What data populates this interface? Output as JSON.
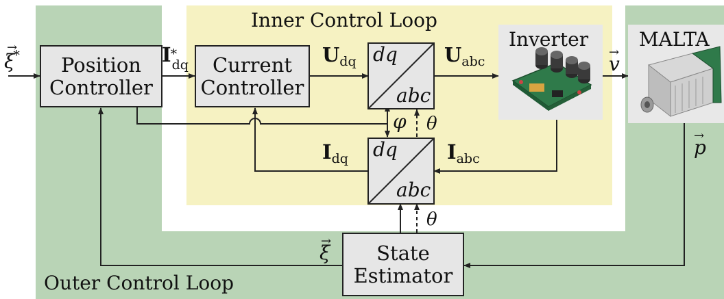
{
  "regions": {
    "inner_loop_label": "Inner Control Loop",
    "outer_loop_label": "Outer Control Loop"
  },
  "blocks": {
    "position_controller": "Position\nController",
    "current_controller": "Current\nController",
    "state_estimator": "State\nEstimator",
    "inverter": "Inverter",
    "malta": "MALTA"
  },
  "transforms": {
    "top": {
      "upper": "dq",
      "lower": "abc"
    },
    "bottom": {
      "upper": "dq",
      "lower": "abc"
    }
  },
  "signals": {
    "xi_ref": {
      "base": "ξ",
      "sup": "*"
    },
    "i_dq_ref": {
      "base": "I",
      "sub": "dq",
      "sup": "*"
    },
    "u_dq": {
      "base": "U",
      "sub": "dq"
    },
    "u_abc": {
      "base": "U",
      "sub": "abc"
    },
    "v": "v",
    "p": "p",
    "i_dq": {
      "base": "I",
      "sub": "dq"
    },
    "i_abc": {
      "base": "I",
      "sub": "abc"
    },
    "phi": "φ",
    "theta_top": "θ",
    "theta_bottom": "θ",
    "xi_est": "ξ"
  },
  "colors": {
    "outer_loop_bg": "#b9d4b6",
    "inner_loop_bg": "#f6f2c2",
    "white_gap": "#ffffff",
    "block_fill": "#e6e6e6",
    "line": "#222222"
  },
  "icons": {
    "inverter_image": "circuit-board-illustration",
    "malta_image": "motor-device-illustration"
  }
}
